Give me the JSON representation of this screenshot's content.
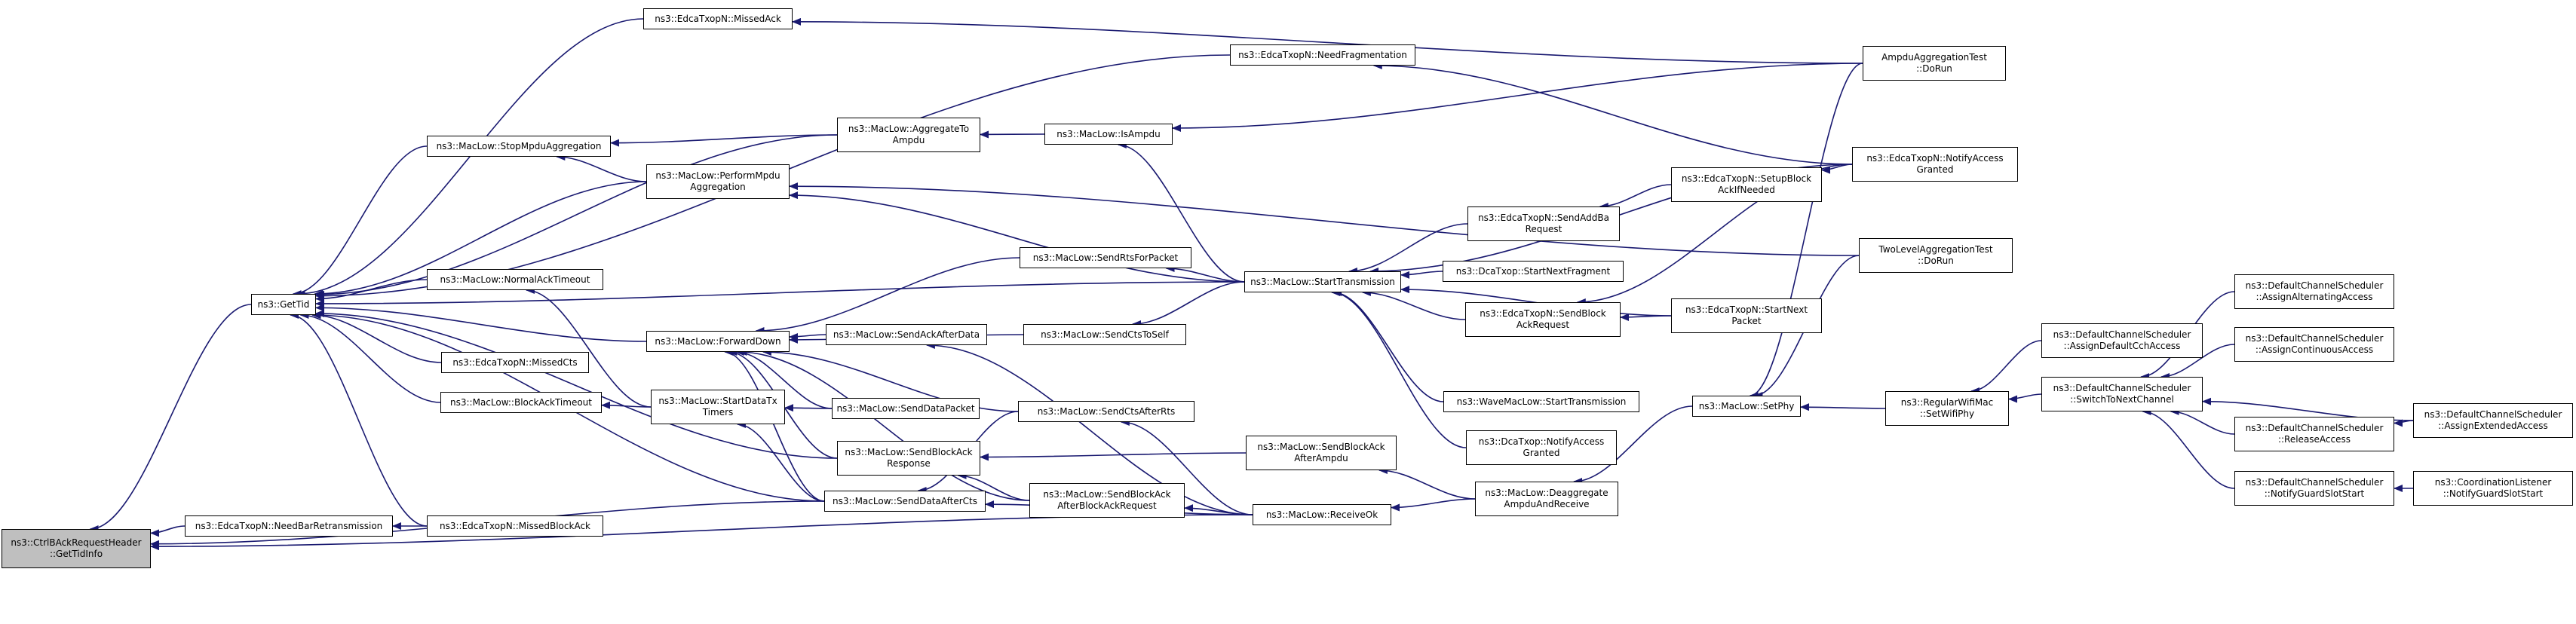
{
  "graph": {
    "colors": {
      "edge": "#191970",
      "node_border": "#000000",
      "node_fill": "#ffffff",
      "root_fill": "#bfbfbf"
    },
    "nodes": [
      {
        "id": "root",
        "label": "ns3::CtrlBAckRequestHeader\n::GetTidInfo"
      },
      {
        "id": "gettid",
        "label": "ns3::GetTid"
      },
      {
        "id": "needbar",
        "label": "ns3::EdcaTxopN::NeedBarRetransmission"
      },
      {
        "id": "missedblockack",
        "label": "ns3::EdcaTxopN::MissedBlockAck"
      },
      {
        "id": "missedack",
        "label": "ns3::EdcaTxopN::MissedAck"
      },
      {
        "id": "needfrag",
        "label": "ns3::EdcaTxopN::NeedFragmentation"
      },
      {
        "id": "stopmpdu",
        "label": "ns3::MacLow::StopMpduAggregation"
      },
      {
        "id": "performmpdu",
        "label": "ns3::MacLow::PerformMpdu\nAggregation"
      },
      {
        "id": "aggregateto",
        "label": "ns3::MacLow::AggregateTo\nAmpdu"
      },
      {
        "id": "isampdu",
        "label": "ns3::MacLow::IsAmpdu"
      },
      {
        "id": "normalacktimeout",
        "label": "ns3::MacLow::NormalAckTimeout"
      },
      {
        "id": "missedcts",
        "label": "ns3::EdcaTxopN::MissedCts"
      },
      {
        "id": "blockacktimeout",
        "label": "ns3::MacLow::BlockAckTimeout"
      },
      {
        "id": "forwarddown",
        "label": "ns3::MacLow::ForwardDown"
      },
      {
        "id": "startdatatx",
        "label": "ns3::MacLow::StartDataTx\nTimers"
      },
      {
        "id": "sendackafterdata",
        "label": "ns3::MacLow::SendAckAfterData"
      },
      {
        "id": "senddatapacket",
        "label": "ns3::MacLow::SendDataPacket"
      },
      {
        "id": "sendblockackresp",
        "label": "ns3::MacLow::SendBlockAck\nResponse"
      },
      {
        "id": "senddataaftercts",
        "label": "ns3::MacLow::SendDataAfterCts"
      },
      {
        "id": "sendrtsforpacket",
        "label": "ns3::MacLow::SendRtsForPacket"
      },
      {
        "id": "sendctstoself",
        "label": "ns3::MacLow::SendCtsToSelf"
      },
      {
        "id": "sendctsafterrts",
        "label": "ns3::MacLow::SendCtsAfterRts"
      },
      {
        "id": "sendblockackafterbar",
        "label": "ns3::MacLow::SendBlockAck\nAfterBlockAckRequest"
      },
      {
        "id": "sendblockackafterampdu",
        "label": "ns3::MacLow::SendBlockAck\nAfterAmpdu"
      },
      {
        "id": "starttransmission",
        "label": "ns3::MacLow::StartTransmission"
      },
      {
        "id": "receiveok",
        "label": "ns3::MacLow::ReceiveOk"
      },
      {
        "id": "sendaddba",
        "label": "ns3::EdcaTxopN::SendAddBa\nRequest"
      },
      {
        "id": "dcastartnextfrag",
        "label": "ns3::DcaTxop::StartNextFragment"
      },
      {
        "id": "edcasendblockack",
        "label": "ns3::EdcaTxopN::SendBlock\nAckRequest"
      },
      {
        "id": "wavestarttx",
        "label": "ns3::WaveMacLow::StartTransmission"
      },
      {
        "id": "dcanotifyaccess",
        "label": "ns3::DcaTxop::NotifyAccess\nGranted"
      },
      {
        "id": "deaggregate",
        "label": "ns3::MacLow::Deaggregate\nAmpduAndReceive"
      },
      {
        "id": "setupblockack",
        "label": "ns3::EdcaTxopN::SetupBlock\nAckIfNeeded"
      },
      {
        "id": "startnextpacket",
        "label": "ns3::EdcaTxopN::StartNext\nPacket"
      },
      {
        "id": "setphy",
        "label": "ns3::MacLow::SetPhy"
      },
      {
        "id": "ampdutest",
        "label": "AmpduAggregationTest\n::DoRun"
      },
      {
        "id": "edcanotifyaccess",
        "label": "ns3::EdcaTxopN::NotifyAccess\nGranted"
      },
      {
        "id": "twoleveltest",
        "label": "TwoLevelAggregationTest\n::DoRun"
      },
      {
        "id": "regularwifimac",
        "label": "ns3::RegularWifiMac\n::SetWifiPhy"
      },
      {
        "id": "assigndefaultcch",
        "label": "ns3::DefaultChannelScheduler\n::AssignDefaultCchAccess"
      },
      {
        "id": "switchtonext",
        "label": "ns3::DefaultChannelScheduler\n::SwitchToNextChannel"
      },
      {
        "id": "assignalternating",
        "label": "ns3::DefaultChannelScheduler\n::AssignAlternatingAccess"
      },
      {
        "id": "assigncontinuous",
        "label": "ns3::DefaultChannelScheduler\n::AssignContinuousAccess"
      },
      {
        "id": "releaseaccess",
        "label": "ns3::DefaultChannelScheduler\n::ReleaseAccess"
      },
      {
        "id": "assignextended",
        "label": "ns3::DefaultChannelScheduler\n::AssignExtendedAccess"
      },
      {
        "id": "notifyguard",
        "label": "ns3::DefaultChannelScheduler\n::NotifyGuardSlotStart"
      },
      {
        "id": "coordinationlistener",
        "label": "ns3::CoordinationListener\n::NotifyGuardSlotStart"
      }
    ],
    "edges": [
      [
        "gettid",
        "root"
      ],
      [
        "needbar",
        "root"
      ],
      [
        "senddataaftercts",
        "root"
      ],
      [
        "receiveok",
        "root"
      ],
      [
        "missedblockack",
        "needbar"
      ],
      [
        "missedack",
        "gettid"
      ],
      [
        "needfrag",
        "gettid"
      ],
      [
        "stopmpdu",
        "gettid"
      ],
      [
        "performmpdu",
        "gettid"
      ],
      [
        "aggregateto",
        "gettid"
      ],
      [
        "normalacktimeout",
        "gettid"
      ],
      [
        "missedcts",
        "gettid"
      ],
      [
        "blockacktimeout",
        "gettid"
      ],
      [
        "forwarddown",
        "gettid"
      ],
      [
        "missedblockack",
        "gettid"
      ],
      [
        "starttransmission",
        "gettid"
      ],
      [
        "sendblockackresp",
        "gettid"
      ],
      [
        "senddataaftercts",
        "gettid"
      ],
      [
        "aggregateto",
        "stopmpdu"
      ],
      [
        "performmpdu",
        "stopmpdu"
      ],
      [
        "isampdu",
        "aggregateto"
      ],
      [
        "starttransmission",
        "isampdu"
      ],
      [
        "ampdutest",
        "isampdu"
      ],
      [
        "starttransmission",
        "performmpdu"
      ],
      [
        "twoleveltest",
        "performmpdu"
      ],
      [
        "ampdutest",
        "missedack"
      ],
      [
        "edcanotifyaccess",
        "needfrag"
      ],
      [
        "startdatatx",
        "normalacktimeout"
      ],
      [
        "startdatatx",
        "blockacktimeout"
      ],
      [
        "sendackafterdata",
        "forwarddown"
      ],
      [
        "senddatapacket",
        "forwarddown"
      ],
      [
        "sendblockackresp",
        "forwarddown"
      ],
      [
        "senddataaftercts",
        "forwarddown"
      ],
      [
        "sendrtsforpacket",
        "forwarddown"
      ],
      [
        "sendctstoself",
        "forwarddown"
      ],
      [
        "sendctsafterrts",
        "forwarddown"
      ],
      [
        "sendblockackafterbar",
        "forwarddown"
      ],
      [
        "senddatapacket",
        "startdatatx"
      ],
      [
        "senddataaftercts",
        "startdatatx"
      ],
      [
        "sendblockackafterampdu",
        "sendblockackresp"
      ],
      [
        "sendblockackafterbar",
        "sendblockackresp"
      ],
      [
        "sendctsafterrts",
        "senddataaftercts"
      ],
      [
        "starttransmission",
        "sendrtsforpacket"
      ],
      [
        "starttransmission",
        "sendctstoself"
      ],
      [
        "receiveok",
        "sendctsafterrts"
      ],
      [
        "receiveok",
        "sendackafterdata"
      ],
      [
        "receiveok",
        "sendblockackafterbar"
      ],
      [
        "receiveok",
        "senddataaftercts"
      ],
      [
        "deaggregate",
        "sendblockackafterampdu"
      ],
      [
        "deaggregate",
        "receiveok"
      ],
      [
        "setphy",
        "deaggregate"
      ],
      [
        "sendaddba",
        "starttransmission"
      ],
      [
        "dcastartnextfrag",
        "starttransmission"
      ],
      [
        "edcasendblockack",
        "starttransmission"
      ],
      [
        "wavestarttx",
        "starttransmission"
      ],
      [
        "dcanotifyaccess",
        "starttransmission"
      ],
      [
        "startnextpacket",
        "starttransmission"
      ],
      [
        "edcanotifyaccess",
        "starttransmission"
      ],
      [
        "setupblockack",
        "sendaddba"
      ],
      [
        "edcanotifyaccess",
        "setupblockack"
      ],
      [
        "startnextpacket",
        "edcasendblockack"
      ],
      [
        "edcanotifyaccess",
        "edcasendblockack"
      ],
      [
        "ampdutest",
        "setphy"
      ],
      [
        "twoleveltest",
        "setphy"
      ],
      [
        "regularwifimac",
        "setphy"
      ],
      [
        "assigndefaultcch",
        "regularwifimac"
      ],
      [
        "switchtonext",
        "regularwifimac"
      ],
      [
        "assignalternating",
        "switchtonext"
      ],
      [
        "assigncontinuous",
        "switchtonext"
      ],
      [
        "releaseaccess",
        "switchtonext"
      ],
      [
        "assignextended",
        "switchtonext"
      ],
      [
        "notifyguard",
        "switchtonext"
      ],
      [
        "assignextended",
        "releaseaccess"
      ],
      [
        "coordinationlistener",
        "notifyguard"
      ]
    ]
  }
}
